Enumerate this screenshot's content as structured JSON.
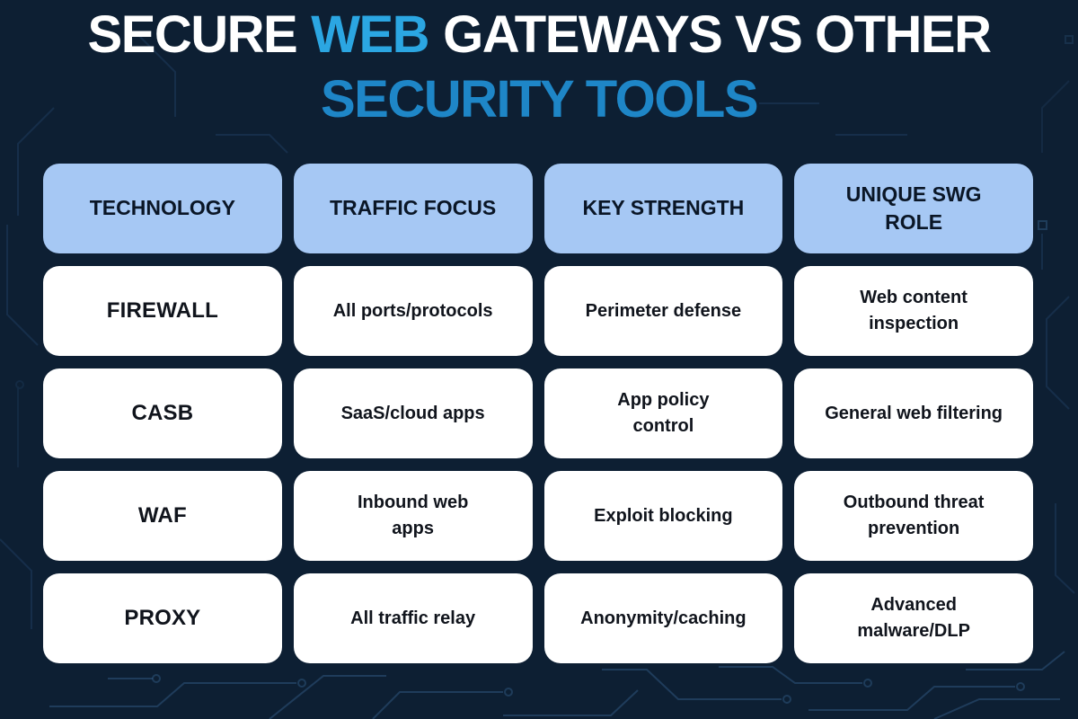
{
  "title": {
    "part1": "SECURE",
    "part2": "WEB",
    "part3": "GATEWAYS VS OTHER",
    "line2": "SECURITY TOOLS"
  },
  "colors": {
    "background": "#0d1f33",
    "title_white": "#ffffff",
    "title_blue_web": "#2ba6e2",
    "title_blue_line2": "#1e86c7",
    "header_cell": "#a6c8f4",
    "header_text": "#0a1626",
    "body_cell": "#ffffff",
    "body_text": "#10141c",
    "circuit_trace": "#2c5380"
  },
  "table": {
    "headers": [
      "TECHNOLOGY",
      "TRAFFIC FOCUS",
      "KEY STRENGTH",
      "UNIQUE SWG ROLE"
    ],
    "rows": [
      {
        "technology": "FIREWALL",
        "traffic_focus": "All ports/protocols",
        "key_strength": "Perimeter defense",
        "unique_swg_role": "Web content inspection"
      },
      {
        "technology": "CASB",
        "traffic_focus": "SaaS/cloud apps",
        "key_strength": "App policy control",
        "unique_swg_role": "General web filtering"
      },
      {
        "technology": "WAF",
        "traffic_focus": "Inbound web apps",
        "key_strength": "Exploit blocking",
        "unique_swg_role": "Outbound threat prevention"
      },
      {
        "technology": "PROXY",
        "traffic_focus": "All traffic relay",
        "key_strength": "Anonymity/caching",
        "unique_swg_role": "Advanced malware/DLP"
      }
    ]
  }
}
